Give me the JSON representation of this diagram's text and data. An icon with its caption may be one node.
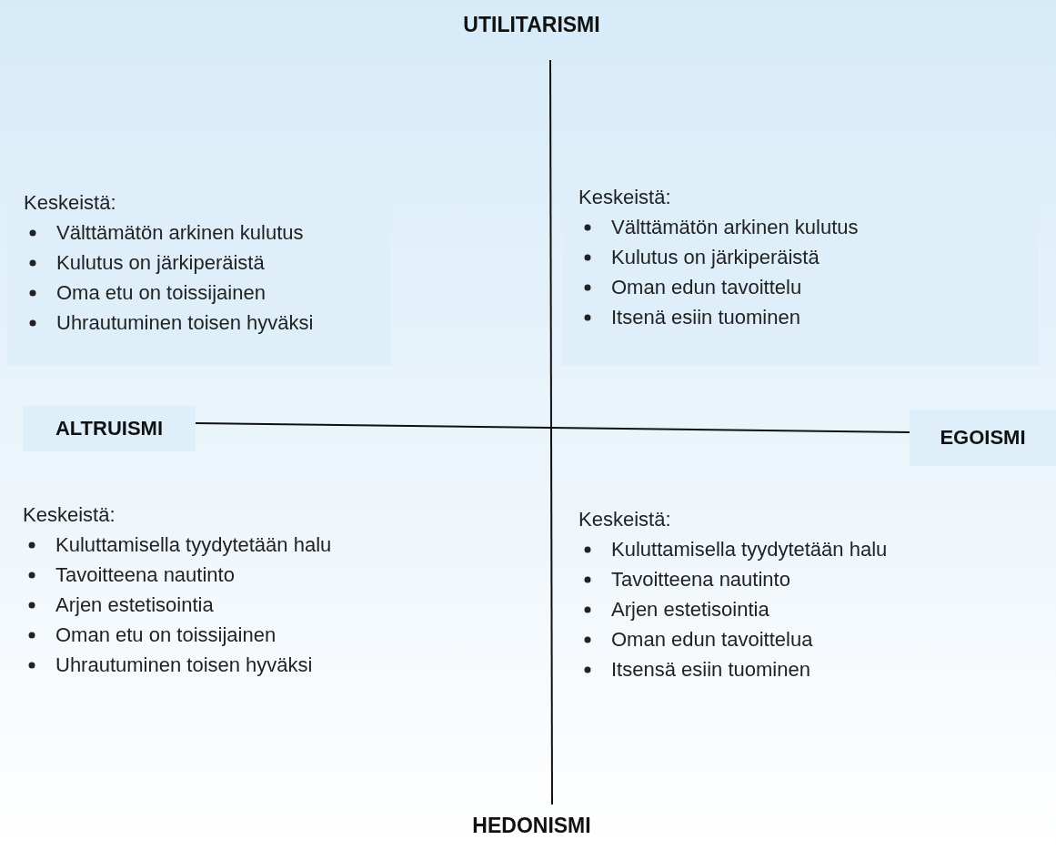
{
  "diagram": {
    "nodes": [
      {
        "text": [
          "Keskeistä:",
          "Välttämätön arkinen kulutus",
          "Kulutus on järkiperäistä",
          "Oma etu on toissijainen",
          "Uhrautuminen toisen hyväksi"
        ]
      },
      {
        "text": [
          "Keskeistä:",
          "Välttämätön arkinen kulutus",
          "Kulutus on järkiperäistä",
          "Oman edun tavoittelu",
          "Itsenä esiin tuominen"
        ]
      },
      {
        "text": [
          "ALTRUISMI"
        ]
      },
      {
        "text": [
          "EGOISMI"
        ]
      }
    ],
    "edges": [
      {
        "from": 2,
        "to": 3,
        "arrow": "none"
      }
    ],
    "labels": [
      "UTILITARISMI",
      "Keskeistä:",
      "Kuluttamisella tyydytetään halu",
      "Tavoitteena nautinto",
      "Arjen estetisointia",
      "Oman etu on toissijainen",
      "Uhrautuminen toisen hyväksi",
      "Keskeistä:",
      "Kuluttamisella tyydytetään halu",
      "Tavoitteena nautinto",
      "Arjen estetisointia",
      "Oman edun tavoittelua",
      "Itsensä esiin tuominen",
      "HEDONISMI"
    ]
  }
}
